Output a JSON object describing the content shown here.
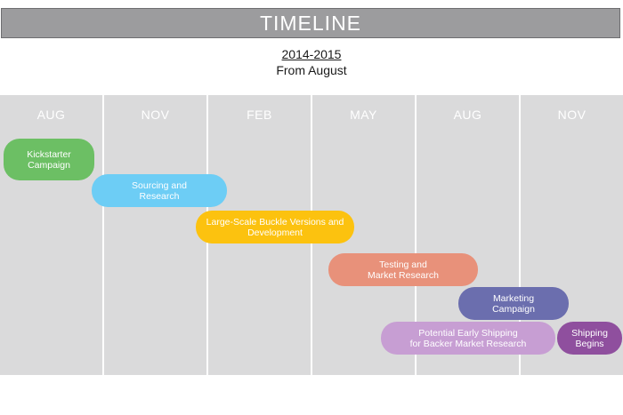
{
  "header": {
    "title": "TIMELINE"
  },
  "subtitle": {
    "years": "2014-2015",
    "from": "From August"
  },
  "columns": [
    {
      "label": "AUG"
    },
    {
      "label": "NOV"
    },
    {
      "label": "FEB"
    },
    {
      "label": "MAY"
    },
    {
      "label": "AUG"
    },
    {
      "label": "NOV"
    }
  ],
  "tasks": [
    {
      "line1": "Kickstarter",
      "line2": "Campaign",
      "color": "#6cbf64"
    },
    {
      "line1": "Sourcing and",
      "line2": "Research",
      "color": "#6dcdf5"
    },
    {
      "line1": "Large-Scale Buckle Versions and",
      "line2": "Development",
      "color": "#fcc20f"
    },
    {
      "line1": "Testing and",
      "line2": "Market Research",
      "color": "#e8917a"
    },
    {
      "line1": "Marketing",
      "line2": "Campaign",
      "color": "#6b6eae"
    },
    {
      "line1": "Potential Early Shipping",
      "line2": "for Backer Market Research",
      "color": "#c79ed3"
    },
    {
      "line1": "Shipping",
      "line2": "Begins",
      "color": "#8f4f9e"
    }
  ]
}
